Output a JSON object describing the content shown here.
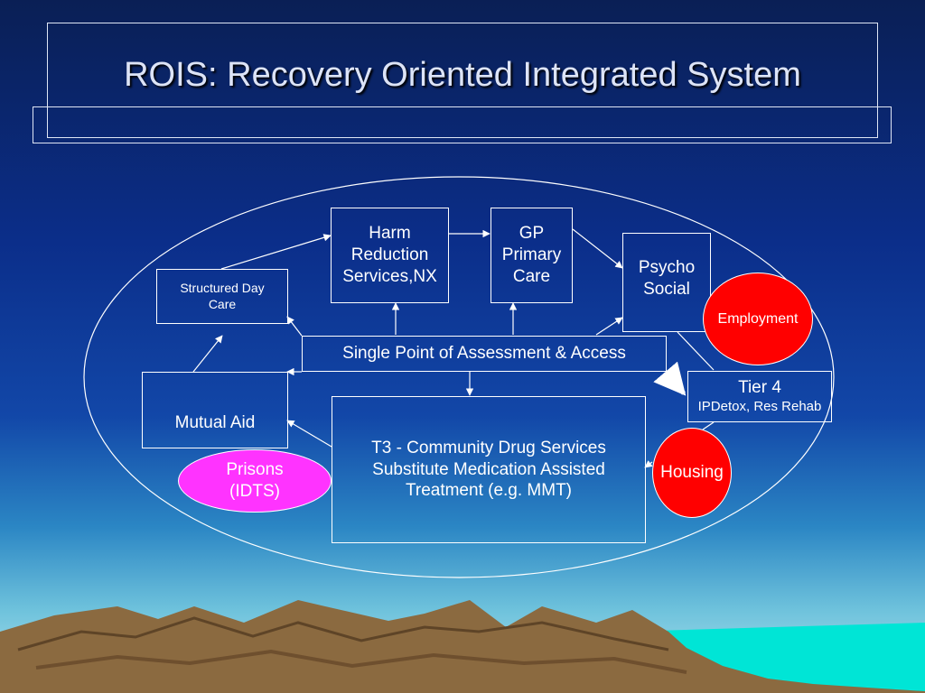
{
  "slide": {
    "title": "ROIS: Recovery Oriented Integrated System"
  },
  "diagram": {
    "harm_reduction": "Harm\nReduction\nServices,NX",
    "gp": "GP\nPrimary\nCare",
    "psycho_social": "Psycho\nSocial",
    "structured_day_care": "Structured Day\nCare",
    "single_point": "Single Point of Assessment & Access",
    "mutual_aid": "Mutual Aid",
    "t3": "T3 - Community Drug Services\nSubstitute Medication Assisted\nTreatment (e.g. MMT)",
    "tier4_title": "Tier 4",
    "tier4_sub": "IPDetox, Res Rehab",
    "employment": "Employment",
    "housing": "Housing",
    "prisons": "Prisons\n(IDTS)"
  },
  "colors": {
    "oval_red": "#ff0000",
    "oval_magenta": "#ff33ff",
    "box_border": "#ffffff",
    "mountain": "#8b6a40"
  }
}
